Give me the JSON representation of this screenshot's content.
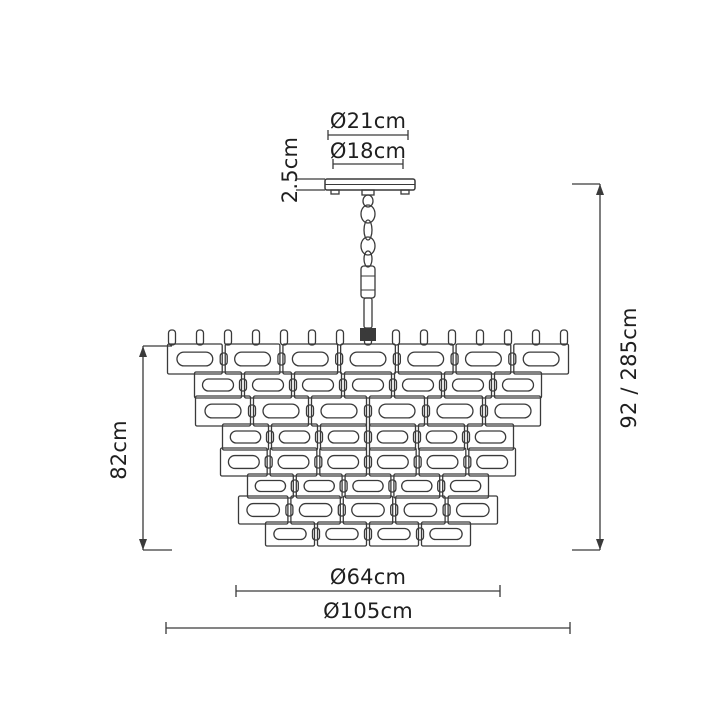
{
  "diagram": {
    "title_semantic": "chandelier-dimension-drawing",
    "labels": {
      "canopy_outer_diameter": "Ø21cm",
      "canopy_inner_diameter": "Ø18cm",
      "canopy_height": "2.5cm",
      "fixture_height": "82cm",
      "overall_height": "92 / 285cm",
      "inner_diameter": "Ø64cm",
      "outer_diameter": "Ø105cm"
    },
    "line_color": "#3a3a3a",
    "text_color": "#1f1f1f",
    "background": "#ffffff"
  }
}
